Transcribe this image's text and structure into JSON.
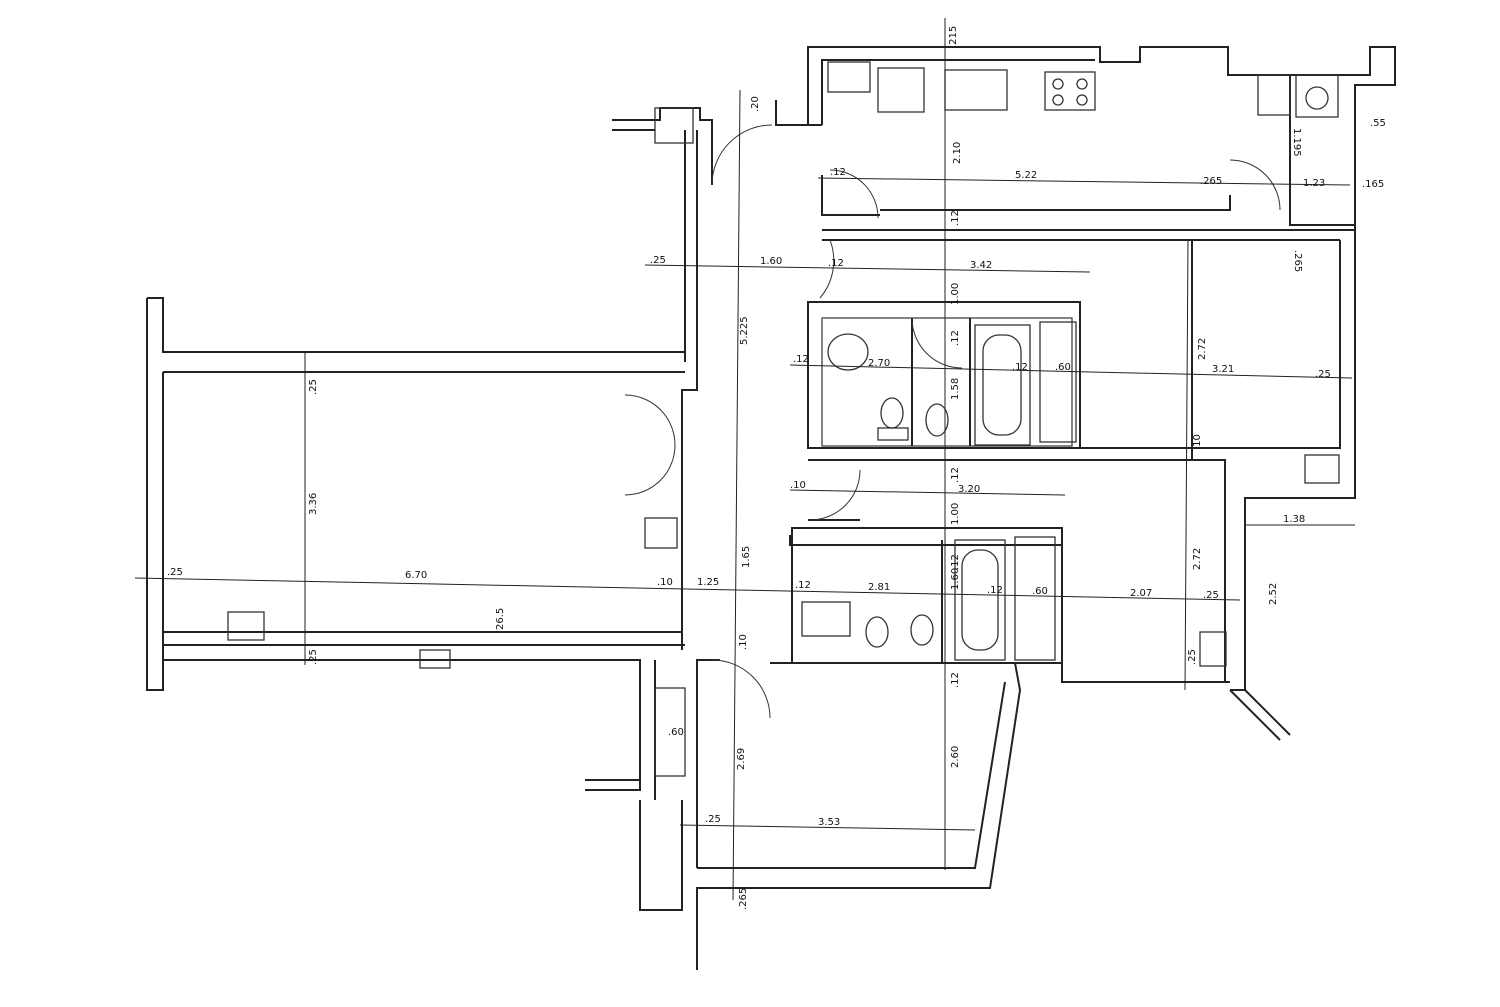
{
  "dimensions": {
    "d_0_215": ".215",
    "d_0_20": ".20",
    "d_2_10": "2.10",
    "d_1_195": "1.195",
    "d_0_55": ".55",
    "d_0_12_a": ".12",
    "d_5_22": "5.22",
    "d_0_265_a": ".265",
    "d_1_23": "1.23",
    "d_0_165": ".165",
    "d_0_12_b": ".12",
    "d_0_265_b": ".265",
    "d_0_25_a": ".25",
    "d_1_60": "1.60",
    "d_0_12_c": ".12",
    "d_3_42": "3.42",
    "d_1_00_a": "1.00",
    "d_0_12_d": ".12",
    "d_5_225": "5.225",
    "d_2_72_a": "2.72",
    "d_0_12_e": ".12",
    "d_2_70": "2.70",
    "d_0_12_f": ".12",
    "d_0_60_a": ".60",
    "d_3_21": "3.21",
    "d_0_25_b": ".25",
    "d_1_58": "1.58",
    "d_0_25_c": ".25",
    "d_0_10_a": ".10",
    "d_0_12_g": ".12",
    "d_3_20": "3.20",
    "d_0_10_b": ".10",
    "d_3_36": "3.36",
    "d_1_00_b": "1.00",
    "d_1_38": "1.38",
    "d_1_65": "1.65",
    "d_0_12_h": ".12",
    "d_1_60_b": "1.60",
    "d_2_72_b": "2.72",
    "d_2_52": "2.52",
    "d_0_25_d": ".25",
    "d_6_70": "6.70",
    "d_0_10_c": ".10",
    "d_1_25": "1.25",
    "d_0_12_i": ".12",
    "d_2_81": "2.81",
    "d_0_12_j": ".12",
    "d_0_60_b": ".60",
    "d_2_07": "2.07",
    "d_0_25_e": ".25",
    "d_26_5": "26.5",
    "d_0_10_d": ".10",
    "d_0_25_f": ".25",
    "d_0_25_g": ".25",
    "d_0_12_k": ".12",
    "d_0_60_c": ".60",
    "d_2_69": "2.69",
    "d_2_60": "2.60",
    "d_0_25_h": ".25",
    "d_3_53": "3.53",
    "d_0_265_c": ".265"
  }
}
